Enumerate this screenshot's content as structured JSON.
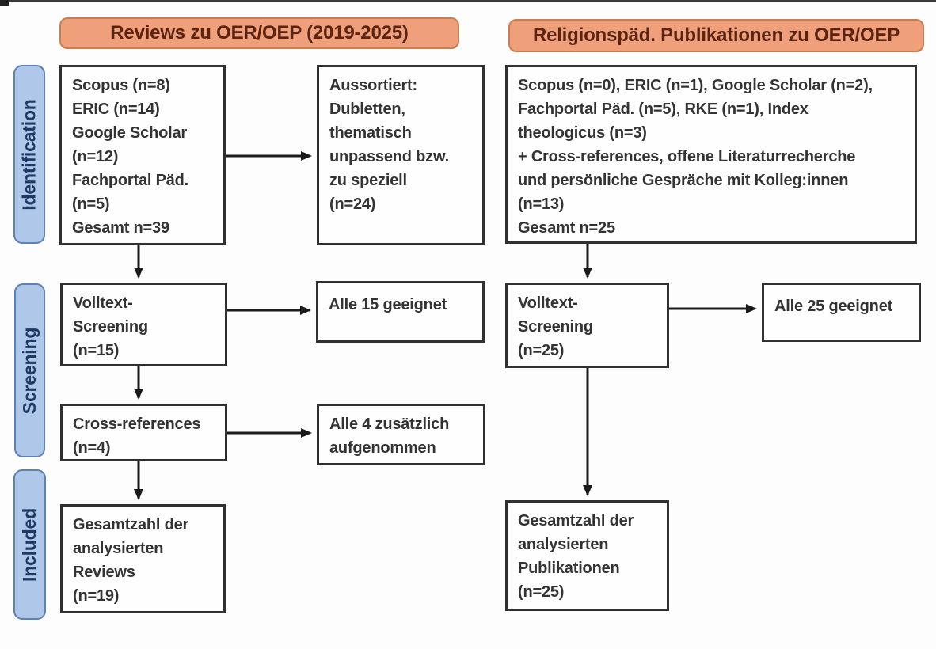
{
  "headers": {
    "left": "Reviews zu OER/OEP (2019-2025)",
    "right": "Religionspäd. Publikationen zu OER/OEP"
  },
  "stages": {
    "identification": "Identification",
    "screening": "Screening",
    "included": "Included"
  },
  "left": {
    "sources": "Scopus (n=8)\nERIC (n=14)\nGoogle Scholar\n(n=12)\nFachportal Päd.\n(n=5)\nGesamt n=39",
    "excluded": "Aussortiert:\nDubletten,\nthematisch\nunpassend bzw.\nzu speziell\n(n=24)",
    "fulltext": "Volltext-\nScreening\n(n=15)",
    "fulltext_result": "Alle 15 geeignet",
    "crossref": "Cross-references\n(n=4)",
    "crossref_result": "Alle 4 zusätzlich\naufgenommen",
    "included": "Gesamtzahl der\nanalysierten\nReviews\n(n=19)"
  },
  "right": {
    "sources": "Scopus (n=0), ERIC (n=1), Google Scholar (n=2),\nFachportal Päd. (n=5), RKE (n=1), Index\ntheologicus (n=3)\n+ Cross-references, offene Literaturrecherche\nund persönliche Gespräche mit Kolleg:innen\n(n=13)\nGesamt n=25",
    "fulltext": "Volltext-\nScreening\n(n=25)",
    "fulltext_result": "Alle 25 geeignet",
    "included": "Gesamtzahl der\nanalysierten\nPublikationen\n(n=25)"
  },
  "colors": {
    "header_fill": "#efa07a",
    "header_border": "#c87e52",
    "header_text": "#5a2312",
    "stage_fill": "#afc7e8",
    "stage_border": "#5e81b5",
    "stage_text": "#1f3864",
    "box_border": "#303030",
    "box_text": "#333333",
    "arrow": "#1a1a1a"
  }
}
